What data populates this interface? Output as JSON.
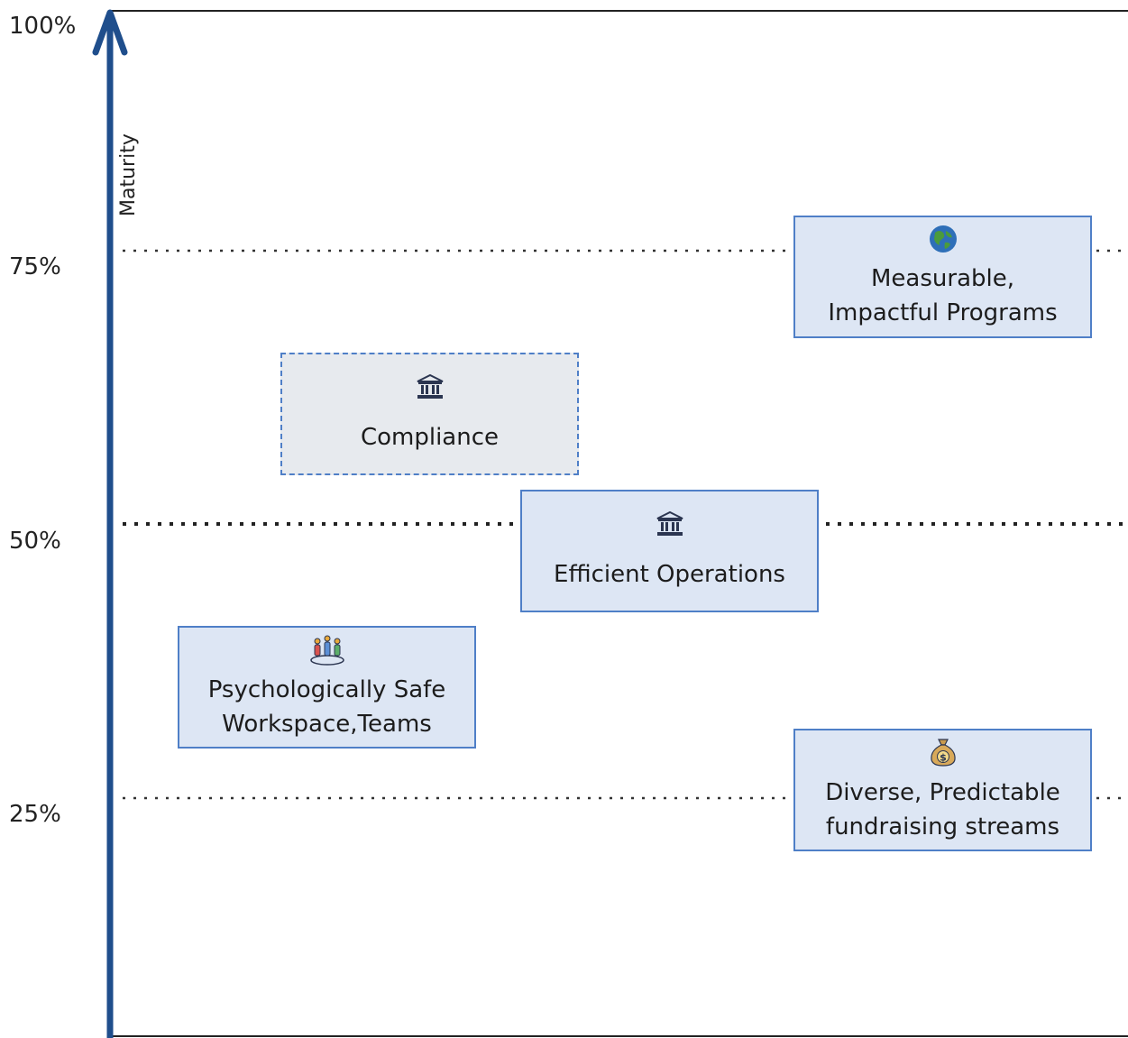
{
  "axis": {
    "label": "Maturity",
    "ticks": [
      "100%",
      "75%",
      "50%",
      "25%"
    ],
    "color": "#1f4e8c"
  },
  "nodes": [
    {
      "id": "measurable",
      "label_lines": [
        "Measurable,",
        "Impactful Programs"
      ],
      "icon": "globe-icon",
      "style": "solid"
    },
    {
      "id": "compliance",
      "label_lines": [
        "Compliance"
      ],
      "icon": "bank-icon",
      "style": "dashed"
    },
    {
      "id": "efficient",
      "label_lines": [
        "Efficient Operations"
      ],
      "icon": "bank-icon",
      "style": "solid"
    },
    {
      "id": "psych",
      "label_lines": [
        "Psychologically Safe",
        "Workspace,Teams"
      ],
      "icon": "people-icon",
      "style": "solid"
    },
    {
      "id": "diverse",
      "label_lines": [
        "Diverse, Predictable",
        "fundraising streams"
      ],
      "icon": "money-bag-icon",
      "style": "solid"
    }
  ],
  "colors": {
    "box_fill": "#dde6f4",
    "box_border": "#4f7fc7",
    "dashed_fill": "#e7eaee"
  }
}
